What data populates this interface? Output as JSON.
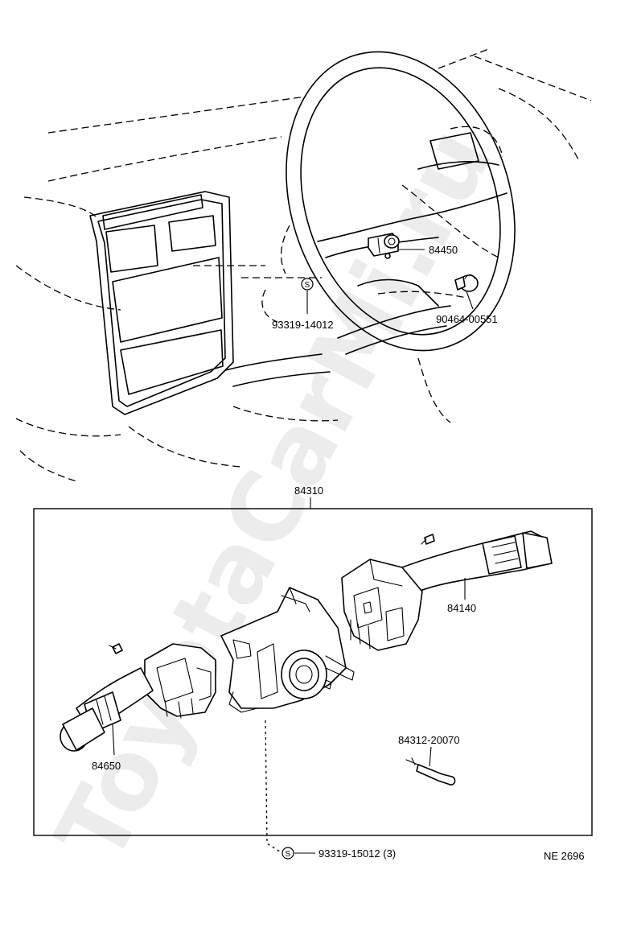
{
  "watermark": "ToyotaCarMi.ru",
  "symbol_s": "S",
  "labels": {
    "top_84450": "84450",
    "top_93319_14012": "93319-14012",
    "top_90464_00551": "90464-00551",
    "box_84310": "84310",
    "box_84140": "84140",
    "box_84650": "84650",
    "box_84312_20070": "84312-20070",
    "bottom_93319_15012": "93319-15012 (3)",
    "figure_code": "NE 2696"
  }
}
